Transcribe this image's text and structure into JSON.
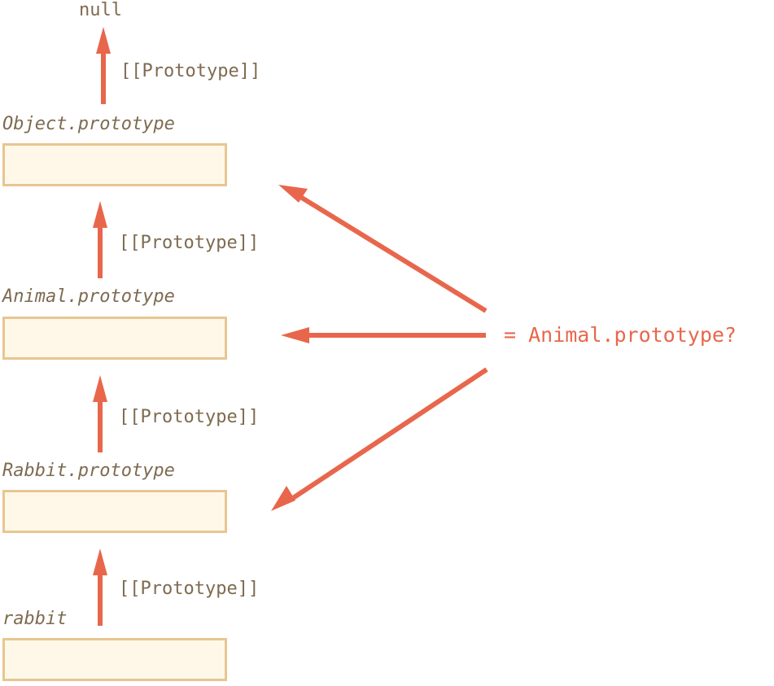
{
  "colors": {
    "arrow": "#e8674c",
    "text": "#7e6b50",
    "box_fill": "#fff8e9",
    "box_border": "#e7c691"
  },
  "chain": {
    "null_label": "null",
    "proto_label": "[[Prototype]]",
    "objects": [
      {
        "name": "Object.prototype"
      },
      {
        "name": "Animal.prototype"
      },
      {
        "name": "Rabbit.prototype"
      },
      {
        "name": "rabbit"
      }
    ]
  },
  "question": {
    "text": "= Animal.prototype?"
  }
}
